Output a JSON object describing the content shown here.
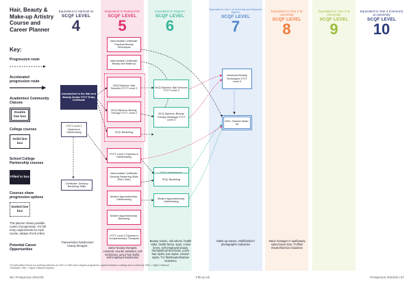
{
  "title": "Hair, Beauty & Make-up Artistry Course and Career Planner",
  "key": {
    "heading": "Key:",
    "progression_route": "Progression route",
    "accelerated_route": "Accelerated progression route",
    "academies_heading": "Academies/ Community Classes",
    "academies_box": "Double line box",
    "college_heading": "College courses",
    "college_box": "Solid line box",
    "school_heading": "School College Partnership courses",
    "school_box": "Filled in box",
    "shared_heading": "Courses share progression options",
    "shared_box": "Dotted line box",
    "planner_note": "This planner shows possible routes of progression. For full entry requirements for each course, always check online.",
    "careers_heading": "Potential Career Opportunities"
  },
  "levels": [
    {
      "equiv": "Equivalent to National 4s",
      "label": "SCQF LEVEL",
      "num": "4",
      "color": "#3b3b63"
    },
    {
      "equiv": "Equivalent to National 5s",
      "label": "SCQF LEVEL",
      "num": "5",
      "color": "#e0306f"
    },
    {
      "equiv": "Equivalent to Highers",
      "label": "SCQF LEVEL",
      "num": "6",
      "color": "#38b39a"
    },
    {
      "equiv": "Equivalent to Year 1 at University and Advanced Highers",
      "label": "SCQF LEVEL",
      "num": "7",
      "color": "#4f86c6"
    },
    {
      "equiv": "Equivalent to Year 2 at University",
      "label": "SCQF LEVEL",
      "num": "8",
      "color": "#f07c3a"
    },
    {
      "equiv": "Equivalent to Year 3 at University",
      "label": "SCQF LEVEL",
      "num": "9",
      "color": "#9bbf3a"
    },
    {
      "equiv": "Equivalent to Year 4 (Honours) at University",
      "label": "SCQF LEVEL",
      "num": "10",
      "color": "#2b3b7a"
    }
  ],
  "courses": {
    "intro_hair_beauty": "Introduction to the Hair and Beauty Sector VTCT Entry Certificate",
    "vtct_l1_hairdressing": "VTCT Level 1 Diploma in Hairdressing",
    "cert_barbering": "Certificate: Develop Barbering Skills",
    "l5_cert_beauty_techniques": "Intermediate Certificate: Practical Beauty Techniques",
    "l5_cert_beauty_makeup": "Intermediate Certificate: Beauty and Make-up",
    "l5_nail_services": "NVQ Diploma: Nail Services VTCT Level 2",
    "l5_beauty_therapy": "NVQ Diploma: Beauty Therapy VTCT Level 2",
    "l5_svq_barbering": "SVQ: Barbering",
    "l5_vtct_l2_hairdressing": "VTCT Level 2 Diploma in Hairdressing",
    "l5_cert_barbering_skills": "Intermediate Certificate: Develop Barbering Skills (Part-Time)",
    "l5_modern_app_hair": "Modern Apprenticeship: Hairdressing",
    "l5_modern_app_barber": "Modern Apprenticeship: Barbering",
    "l5_vtct_l2_comp": "VTCT Level 2 Diploma in Complementary Therapies",
    "l6_nail_services": "NVQ Diploma: Nail Services VTCT Level 3",
    "l6_beauty_therapy": "NVQ Diploma: Beauty Therapy Massage VTCT Level 3",
    "l6_svq_hairdressing": "SVQ: Hairdressing",
    "l6_svq_barbering": "SVQ: Barbering",
    "l6_modern_app_hair": "Modern Apprenticeship: Hairdressing",
    "l7_adv_beauty": "Advanced Beauty Techniques VTCT Level 4",
    "l7_hnc_fashion": "HNC: Fashion Make-up"
  },
  "careers": {
    "l4": "Trainee/salon hairdresser/ beauty therapist",
    "l5": "Junior beauty therapist, cosmetic counter assistant, nail technician, junior hair stylist, self-employed hairdresser",
    "l6": "Beauty salons, nail salons, health clubs, health farms, spas, cruise liners, self-employed beauty therapist/nail technician, junior hair stylist, hair stylist, session stylist, TV/ film/theatre/fashion industries",
    "l7": "Make-up salons, retail/fashion/ photographic industries",
    "l8": "Salon manager in spa/beauty salon/cruise liner, TV/film/ theatre/fashion industries"
  },
  "footnote": "*An Articulation Route is a pathway between an HNC or HND and a degree programme, agreed between a college and a university. HNC = Higher National Certificate; HND = Higher National Diploma.",
  "footer": {
    "left": "96 | Prospectus 2024/25",
    "center": "Fife.ac.uk",
    "right": "Prospectus 2024/25 | 97"
  }
}
